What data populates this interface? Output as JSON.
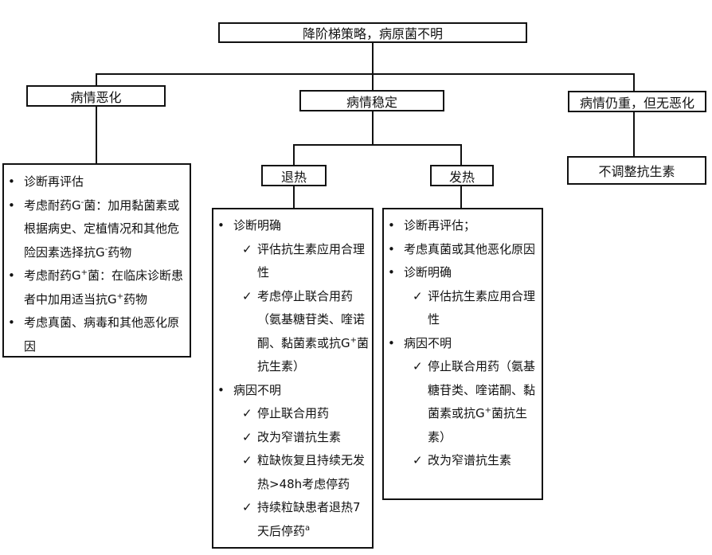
{
  "root": "降阶梯策略，病原菌不明",
  "worse": {
    "title": "病情恶化",
    "items": [
      "诊断再评估",
      "考虑耐药G⁻菌：加用黏菌素或根据病史、定植情况和其他危险因素选择抗G⁻药物",
      "考虑耐药G⁺菌：在临床诊断患者中加用适当抗G⁺药物",
      "考虑真菌、病毒和其他恶化原因"
    ]
  },
  "stable": {
    "title": "病情稳定",
    "afebrile": {
      "title": "退热",
      "sections": [
        {
          "label": "诊断明确",
          "checks": [
            "评估抗生素应用合理性",
            "考虑停止联合用药（氨基糖苷类、喹诺酮、黏菌素或抗G⁺菌抗生素）"
          ]
        },
        {
          "label": "病因不明",
          "checks": [
            "停止联合用药",
            "改为窄谱抗生素",
            "粒缺恢复且持续无发热>48h考虑停药",
            "持续粒缺患者退热7天后停药ᵃ"
          ]
        }
      ]
    },
    "febrile": {
      "title": "发热",
      "items": [
        "诊断再评估；",
        "考虑真菌或其他恶化原因"
      ],
      "sections": [
        {
          "label": "诊断明确",
          "checks": [
            "评估抗生素应用合理性"
          ]
        },
        {
          "label": "病因不明",
          "checks": [
            "停止联合用药（氨基糖苷类、喹诺酮、黏菌素或抗G⁺菌抗生素）",
            "改为窄谱抗生素"
          ]
        }
      ]
    }
  },
  "severe": {
    "title": "病情仍重，但无恶化",
    "action": "不调整抗生素"
  }
}
